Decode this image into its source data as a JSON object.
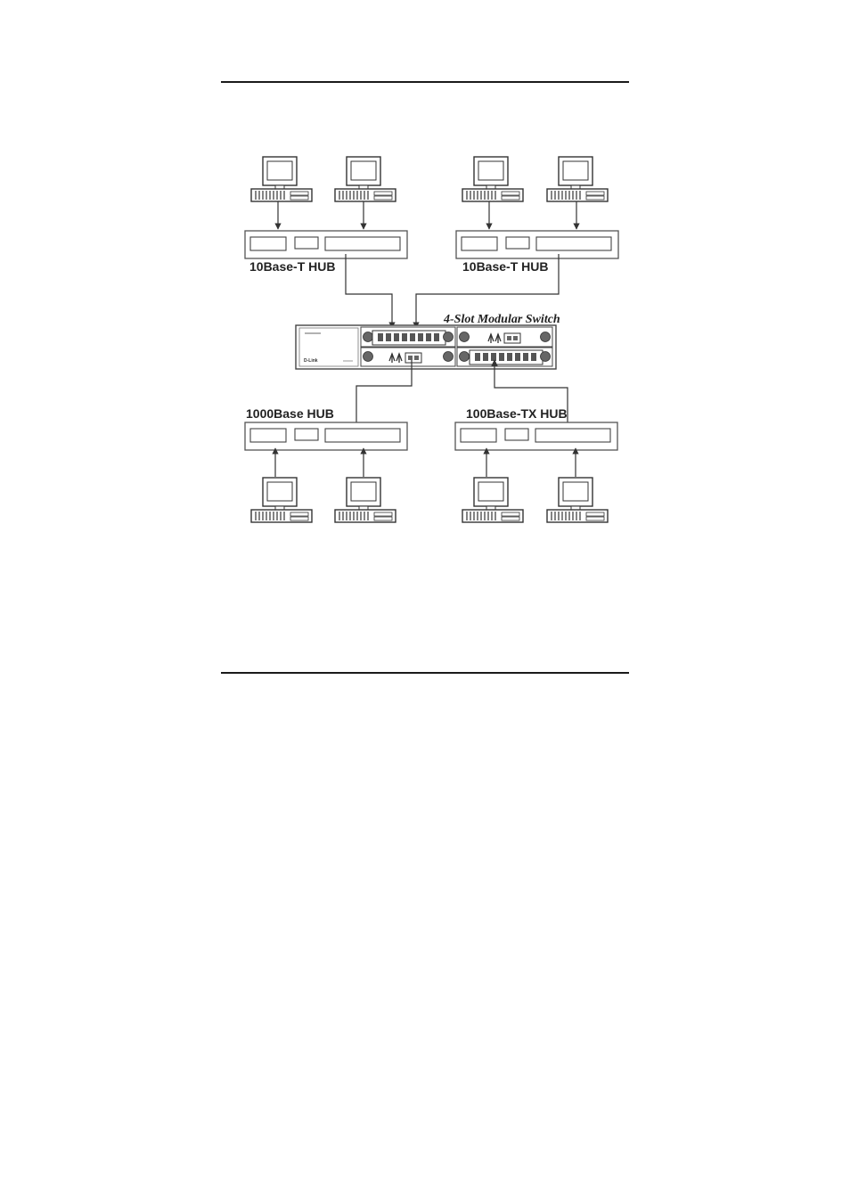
{
  "diagram": {
    "switch": {
      "title": "4-Slot Modular Switch"
    },
    "hubs": [
      {
        "id": "hub-top-left",
        "label": "10Base-T HUB"
      },
      {
        "id": "hub-top-right",
        "label": "10Base-T HUB"
      },
      {
        "id": "hub-bottom-left",
        "label": "1000Base HUB"
      },
      {
        "id": "hub-bottom-right",
        "label": "100Base-TX HUB"
      }
    ]
  }
}
